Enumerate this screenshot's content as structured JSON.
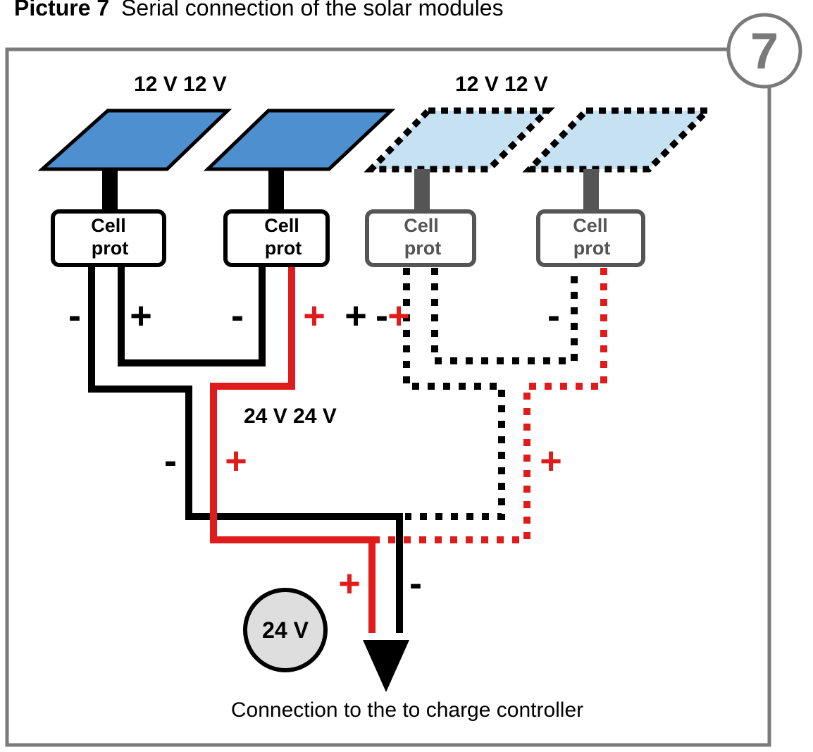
{
  "caption": {
    "bold": "Picture 7",
    "text": "Serial connection of the solar modules"
  },
  "badge": "7",
  "voltage_labels": {
    "left_pair": "12 V 12 V",
    "right_pair": "12 V 12 V",
    "middle": "24 V 24 V",
    "circle": "24 V"
  },
  "modules": [
    {
      "line1": "Cell",
      "line2": "prot",
      "style": "solid"
    },
    {
      "line1": "Cell",
      "line2": "prot",
      "style": "solid"
    },
    {
      "line1": "Cell",
      "line2": "prot",
      "style": "dotted"
    },
    {
      "line1": "Cell",
      "line2": "prot",
      "style": "dotted"
    }
  ],
  "signs": {
    "minus": "-",
    "plus": "+",
    "plus_minus_plus": [
      "+",
      "-",
      "+"
    ]
  },
  "footer_text": "Connection to the to charge controller",
  "colors": {
    "panel_solid": "#4d8fcf",
    "panel_light": "#c6e2f2",
    "wire_black": "#000000",
    "wire_red": "#e01b1b",
    "frame_gray": "#7a7a7a",
    "circle_fill": "#dedede"
  }
}
